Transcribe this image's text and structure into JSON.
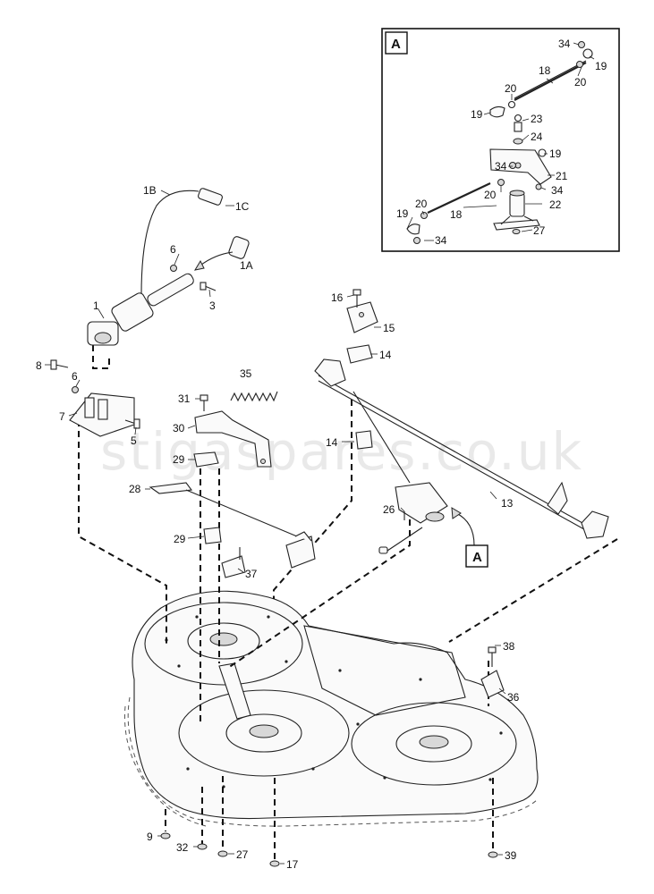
{
  "watermark": "stigaspares.co.uk",
  "inset": {
    "letter": "A"
  },
  "callout_box": {
    "letter": "A"
  },
  "labels": {
    "p1": "1",
    "p1A": "1A",
    "p1B": "1B",
    "p1C": "1C",
    "p3": "3",
    "p5": "5",
    "p6a": "6",
    "p6b": "6",
    "p7": "7",
    "p8": "8",
    "p9": "9",
    "p13": "13",
    "p14a": "14",
    "p14b": "14",
    "p15": "15",
    "p16": "16",
    "p17": "17",
    "p26": "26",
    "p27": "27",
    "p28": "28",
    "p29a": "29",
    "p29b": "29",
    "p30": "30",
    "p31": "31",
    "p32": "32",
    "p35": "35",
    "p36": "36",
    "p37": "37",
    "p38": "38",
    "p39": "39",
    "i18a": "18",
    "i18b": "18",
    "i19a": "19",
    "i19b": "19",
    "i19c": "19",
    "i19d": "19",
    "i20a": "20",
    "i20b": "20",
    "i20c": "20",
    "i20d": "20",
    "i21": "21",
    "i22": "22",
    "i23": "23",
    "i24": "24",
    "i27": "27",
    "i34a": "34",
    "i34b": "34",
    "i34c": "34",
    "i34d": "34"
  }
}
